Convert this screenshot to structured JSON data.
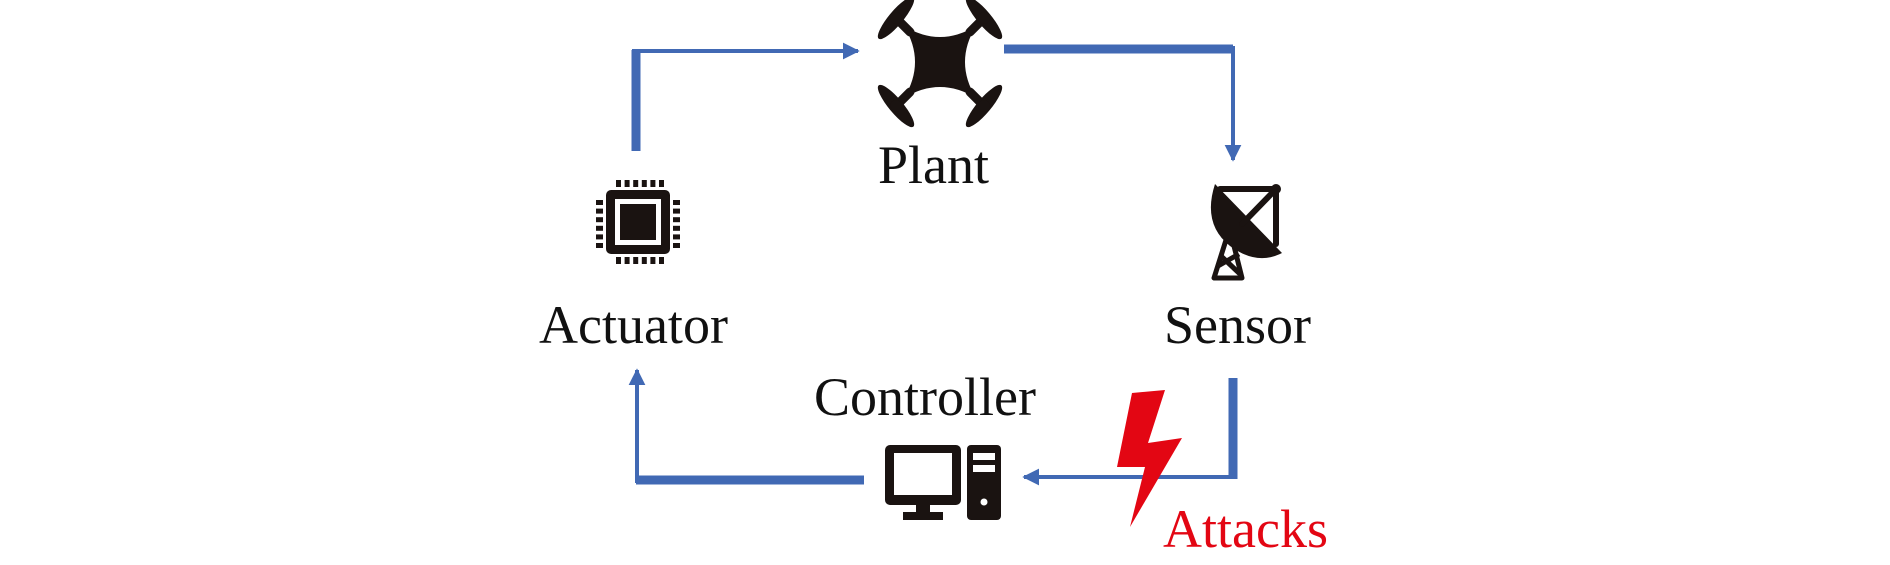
{
  "diagram": {
    "title": "",
    "type": "feedback-control-loop",
    "colors": {
      "link": "#4169b4",
      "icon": "#1a1311",
      "attack": "#e30613",
      "label": "#111111"
    },
    "nodes": [
      {
        "id": "plant",
        "label": "Plant",
        "icon": "drone-icon"
      },
      {
        "id": "sensor",
        "label": "Sensor",
        "icon": "satellite-dish-icon"
      },
      {
        "id": "controller",
        "label": "Controller",
        "icon": "desktop-computer-icon"
      },
      {
        "id": "actuator",
        "label": "Actuator",
        "icon": "microchip-icon"
      }
    ],
    "edges": [
      {
        "from": "actuator",
        "to": "plant"
      },
      {
        "from": "plant",
        "to": "sensor"
      },
      {
        "from": "sensor",
        "to": "controller",
        "attacked": true
      },
      {
        "from": "controller",
        "to": "actuator"
      }
    ],
    "attack": {
      "label": "Attacks",
      "icon": "lightning-bolt-icon",
      "target_edge": "sensor-to-controller"
    }
  }
}
